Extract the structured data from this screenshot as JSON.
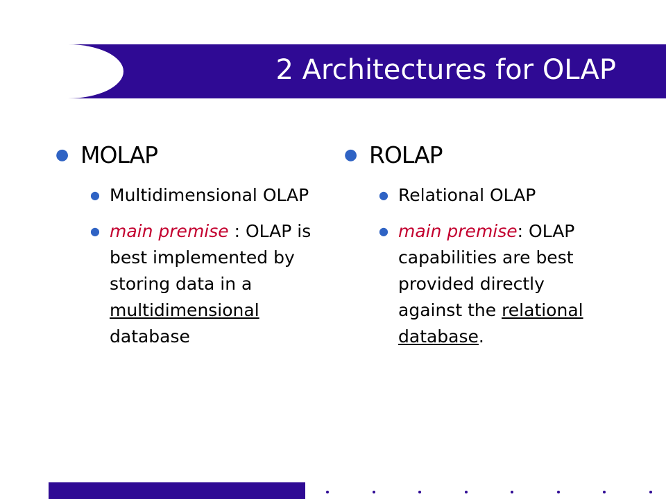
{
  "slide": {
    "title": "2 Architectures for OLAP",
    "colors": {
      "banner": "#2f0a94",
      "bullet": "#2f63c4",
      "emphasis": "#c3002f"
    }
  },
  "left": {
    "heading": "MOLAP",
    "item1": "Multidimensional OLAP",
    "item2": {
      "premise": "main premise",
      "text_a": " : OLAP is best implemented by storing data in a ",
      "underlined": "multidimensional",
      "text_b": " database"
    }
  },
  "right": {
    "heading": "ROLAP",
    "item1": "Relational OLAP",
    "item2": {
      "premise": "main premise",
      "text_a": ": OLAP capabilities are best provided directly against the ",
      "underlined": "relational database",
      "text_b": "."
    }
  }
}
